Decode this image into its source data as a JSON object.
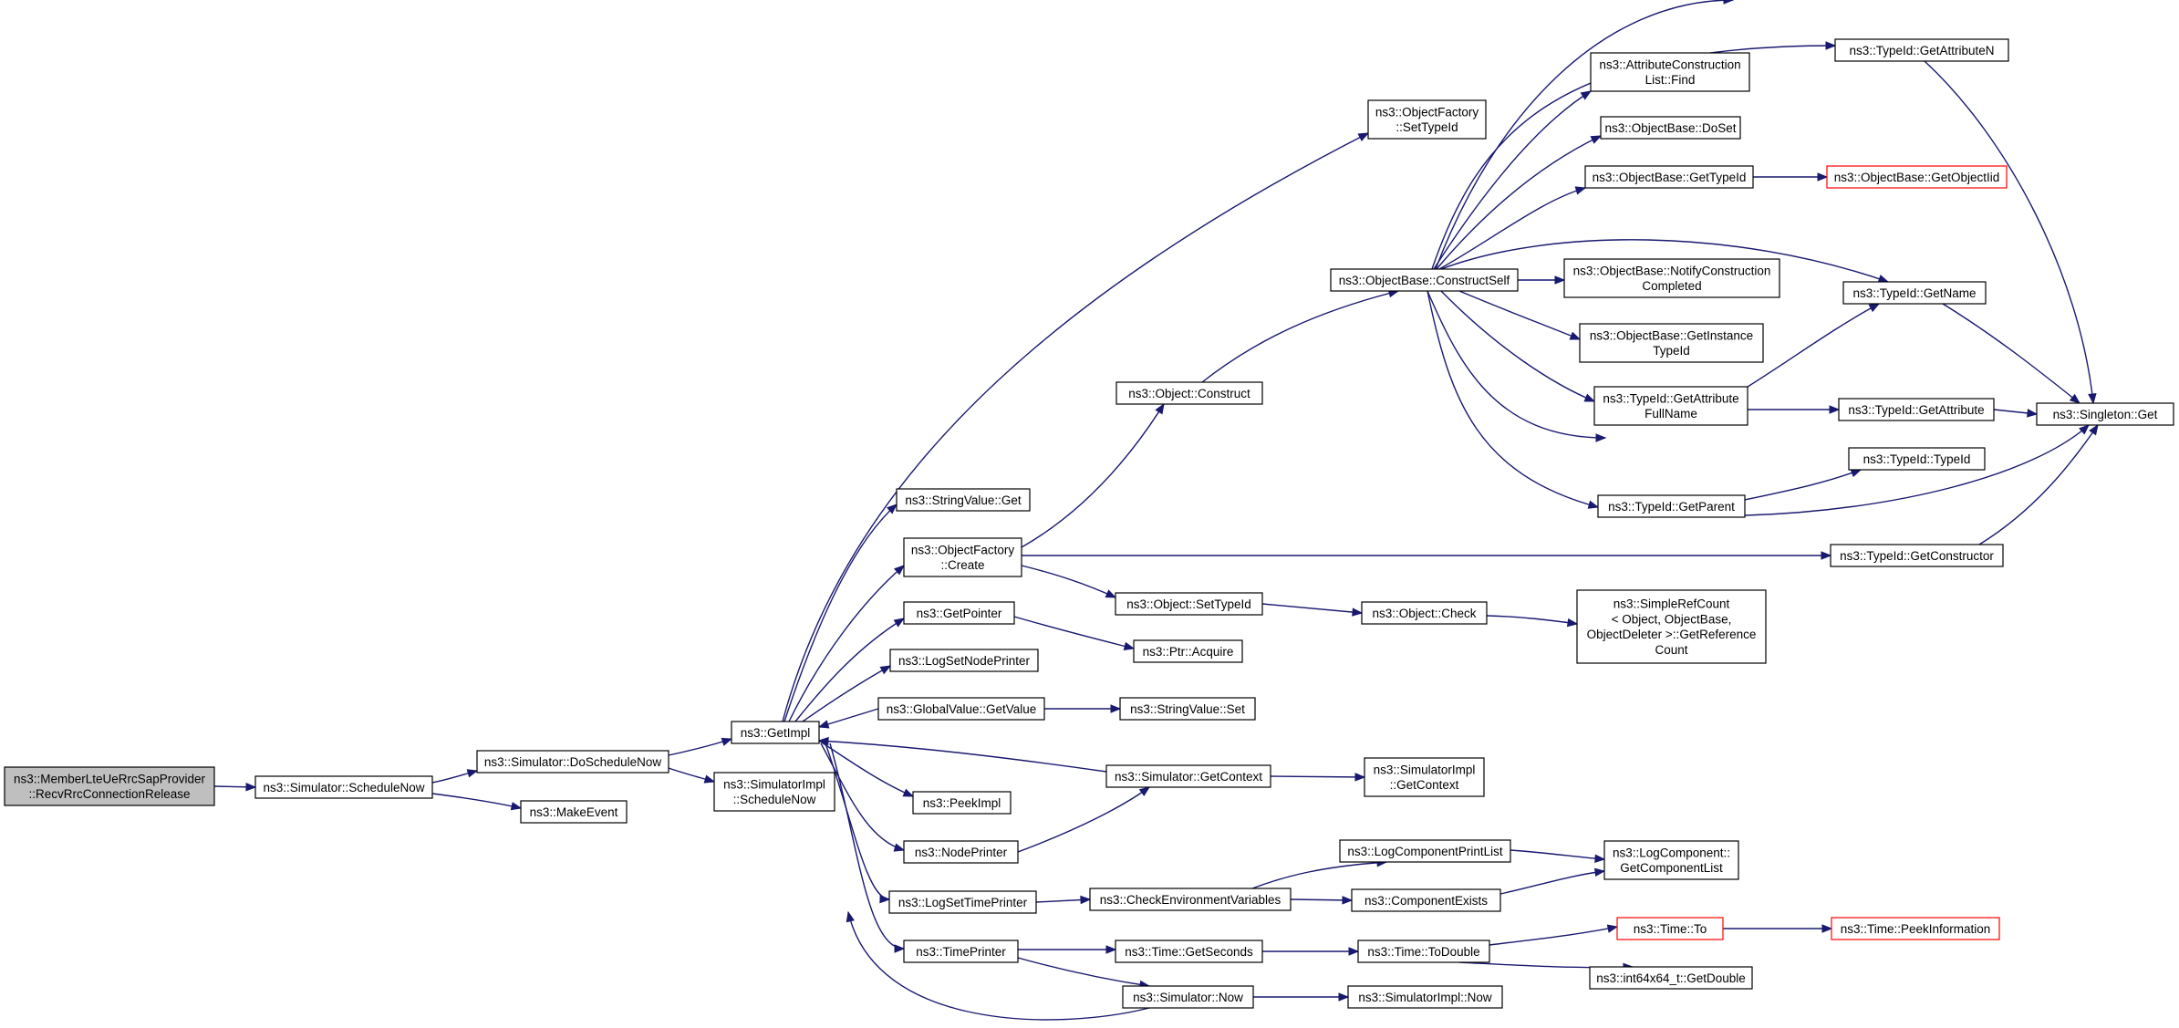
{
  "diagram": {
    "colors": {
      "edge": "#191970",
      "node_border": "#000000",
      "node_fill": "#ffffff",
      "root_fill": "#bfbfbf",
      "external_border": "#ff0000"
    },
    "nodes": [
      {
        "id": "root",
        "lines": [
          "ns3::MemberLteUeRrcSapProvider",
          "::RecvRrcConnectionRelease"
        ],
        "style": "root"
      },
      {
        "id": "schedulenow",
        "lines": [
          "ns3::Simulator::ScheduleNow"
        ]
      },
      {
        "id": "doschedulenow",
        "lines": [
          "ns3::Simulator::DoScheduleNow"
        ]
      },
      {
        "id": "makeevent",
        "lines": [
          "ns3::MakeEvent"
        ]
      },
      {
        "id": "getimpl",
        "lines": [
          "ns3::GetImpl"
        ]
      },
      {
        "id": "simimpl_schedulenow",
        "lines": [
          "ns3::SimulatorImpl",
          "::ScheduleNow"
        ]
      },
      {
        "id": "stringvalue_get",
        "lines": [
          "ns3::StringValue::Get"
        ]
      },
      {
        "id": "objectfactory_create",
        "lines": [
          "ns3::ObjectFactory",
          "::Create"
        ]
      },
      {
        "id": "getpointer",
        "lines": [
          "ns3::GetPointer"
        ]
      },
      {
        "id": "logsetnodeprinter",
        "lines": [
          "ns3::LogSetNodePrinter"
        ]
      },
      {
        "id": "globalvalue_getvalue",
        "lines": [
          "ns3::GlobalValue::GetValue"
        ]
      },
      {
        "id": "peekimpl",
        "lines": [
          "ns3::PeekImpl"
        ]
      },
      {
        "id": "nodeprinter",
        "lines": [
          "ns3::NodePrinter"
        ]
      },
      {
        "id": "logsettimeprinter",
        "lines": [
          "ns3::LogSetTimePrinter"
        ]
      },
      {
        "id": "timeprinter",
        "lines": [
          "ns3::TimePrinter"
        ]
      },
      {
        "id": "objectfactory_settypeid",
        "lines": [
          "ns3::ObjectFactory",
          "::SetTypeId"
        ]
      },
      {
        "id": "object_construct",
        "lines": [
          "ns3::Object::Construct"
        ]
      },
      {
        "id": "object_settypeid",
        "lines": [
          "ns3::Object::SetTypeId"
        ]
      },
      {
        "id": "ptr_acquire",
        "lines": [
          "ns3::Ptr::Acquire"
        ]
      },
      {
        "id": "stringvalue_set",
        "lines": [
          "ns3::StringValue::Set"
        ]
      },
      {
        "id": "simulator_getcontext",
        "lines": [
          "ns3::Simulator::GetContext"
        ]
      },
      {
        "id": "checkenv",
        "lines": [
          "ns3::CheckEnvironmentVariables"
        ]
      },
      {
        "id": "time_getseconds",
        "lines": [
          "ns3::Time::GetSeconds"
        ]
      },
      {
        "id": "simulator_now",
        "lines": [
          "ns3::Simulator::Now"
        ]
      },
      {
        "id": "constructself",
        "lines": [
          "ns3::ObjectBase::ConstructSelf"
        ]
      },
      {
        "id": "object_check",
        "lines": [
          "ns3::Object::Check"
        ]
      },
      {
        "id": "simimpl_getcontext",
        "lines": [
          "ns3::SimulatorImpl",
          "::GetContext"
        ]
      },
      {
        "id": "logcomponentprintlist",
        "lines": [
          "ns3::LogComponentPrintList"
        ]
      },
      {
        "id": "componentexists",
        "lines": [
          "ns3::ComponentExists"
        ]
      },
      {
        "id": "time_todouble",
        "lines": [
          "ns3::Time::ToDouble"
        ]
      },
      {
        "id": "simimpl_now",
        "lines": [
          "ns3::SimulatorImpl::Now"
        ]
      },
      {
        "id": "attrconstructionlist_find",
        "lines": [
          "ns3::AttributeConstruction",
          "List::Find"
        ]
      },
      {
        "id": "objectbase_doset",
        "lines": [
          "ns3::ObjectBase::DoSet"
        ]
      },
      {
        "id": "objectbase_gettypeid",
        "lines": [
          "ns3::ObjectBase::GetTypeId"
        ]
      },
      {
        "id": "notifyconstructioncompleted",
        "lines": [
          "ns3::ObjectBase::NotifyConstruction",
          "Completed"
        ]
      },
      {
        "id": "getinstancetypeid",
        "lines": [
          "ns3::ObjectBase::GetInstance",
          "TypeId"
        ]
      },
      {
        "id": "typeid_getattributefullname",
        "lines": [
          "ns3::TypeId::GetAttribute",
          "FullName"
        ]
      },
      {
        "id": "typeid_getparent",
        "lines": [
          "ns3::TypeId::GetParent"
        ]
      },
      {
        "id": "simplerefcount",
        "lines": [
          "ns3::SimpleRefCount",
          "< Object, ObjectBase,",
          "ObjectDeleter >::GetReference",
          "Count"
        ]
      },
      {
        "id": "logcomponent_getcomponentlist",
        "lines": [
          "ns3::LogComponent::",
          "GetComponentList"
        ]
      },
      {
        "id": "time_to",
        "lines": [
          "ns3::Time::To"
        ],
        "style": "red"
      },
      {
        "id": "int64x64_getdouble",
        "lines": [
          "ns3::int64x64_t::GetDouble"
        ]
      },
      {
        "id": "typeid_getattributen",
        "lines": [
          "ns3::TypeId::GetAttributeN"
        ]
      },
      {
        "id": "objectbase_getobjectiid",
        "lines": [
          "ns3::ObjectBase::GetObjectIid"
        ],
        "style": "red"
      },
      {
        "id": "typeid_getname",
        "lines": [
          "ns3::TypeId::GetName"
        ]
      },
      {
        "id": "typeid_getattribute",
        "lines": [
          "ns3::TypeId::GetAttribute"
        ]
      },
      {
        "id": "typeid_typeid",
        "lines": [
          "ns3::TypeId::TypeId"
        ]
      },
      {
        "id": "typeid_getconstructor",
        "lines": [
          "ns3::TypeId::GetConstructor"
        ]
      },
      {
        "id": "time_peekinformation",
        "lines": [
          "ns3::Time::PeekInformation"
        ],
        "style": "red"
      },
      {
        "id": "singleton_get",
        "lines": [
          "ns3::Singleton::Get"
        ]
      }
    ]
  }
}
